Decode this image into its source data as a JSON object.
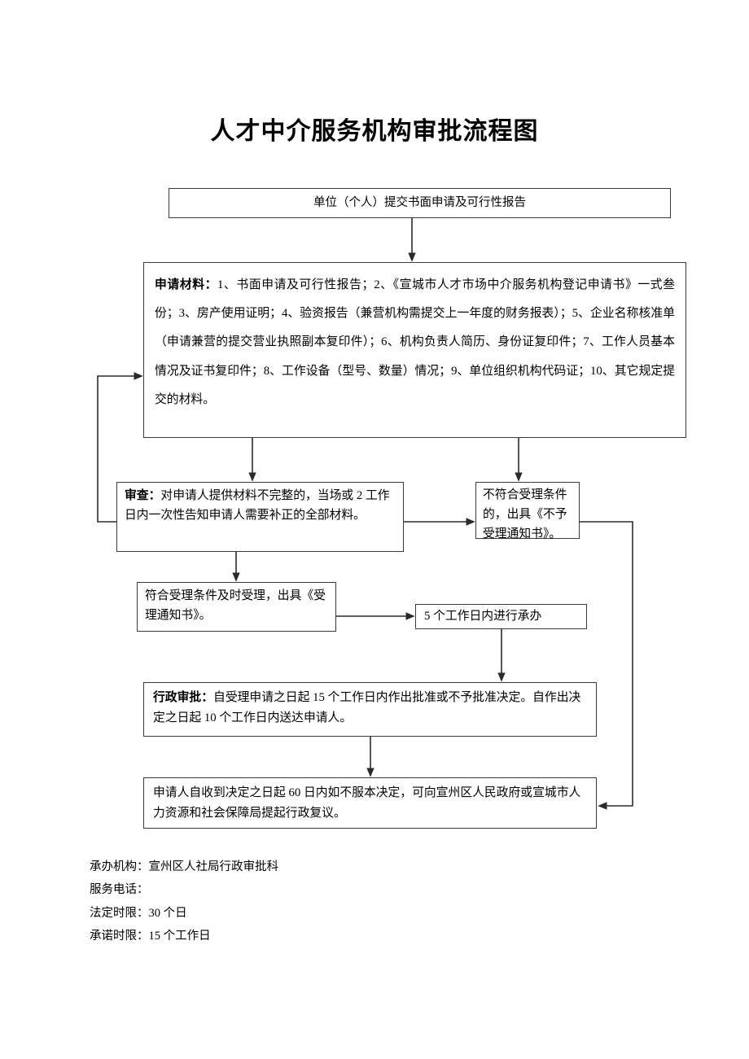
{
  "document": {
    "title": "人才中介服务机构审批流程图"
  },
  "flow": {
    "nodes": {
      "submit": {
        "label": "单位（个人）提交书面申请及可行性报告"
      },
      "materials": {
        "heading": "申请材料",
        "separator": "：",
        "body": "1、书面申请及可行性报告；2、《宣城市人才市场中介服务机构登记申请书》一式叁份；3、房产使用证明；4、验资报告（兼营机构需提交上一年度的财务报表）；5、企业名称核准单（申请兼营的提交营业执照副本复印件）；6、机构负责人简历、身份证复印件；7、工作人员基本情况及证书复印件；8、工作设备（型号、数量）情况；9、单位组织机构代码证；10、其它规定提交的材料。"
      },
      "review": {
        "heading": "审查",
        "separator": "：",
        "body": "对申请人提供材料不完整的，当场或 2 工作日内一次性告知申请人需要补正的全部材料。"
      },
      "reject": {
        "label": "不符合受理条件的，出具《不予受理通知书》。"
      },
      "accept": {
        "label": "符合受理条件及时受理，出具《受理通知书》。"
      },
      "five_day": {
        "label": "5 个工作日内进行承办"
      },
      "approval": {
        "heading": "行政审批",
        "separator": "：",
        "body": "自受理申请之日起 15 个工作日内作出批准或不予批准决定。自作出决定之日起 10 个工作日内送达申请人。"
      },
      "reconsider": {
        "label": "申请人自收到决定之日起 60 日内如不服本决定，可向宣州区人民政府或宣城市人力资源和社会保障局提起行政复议。"
      }
    }
  },
  "footer": {
    "lines": [
      "承办机构：宣州区人社局行政审批科",
      "服务电话：",
      "法定时限：30 个日",
      "承诺时限：15 个工作日"
    ]
  },
  "style": {
    "line_color": "#3a3a3a",
    "text_color": "#000000",
    "background": "#ffffff"
  }
}
